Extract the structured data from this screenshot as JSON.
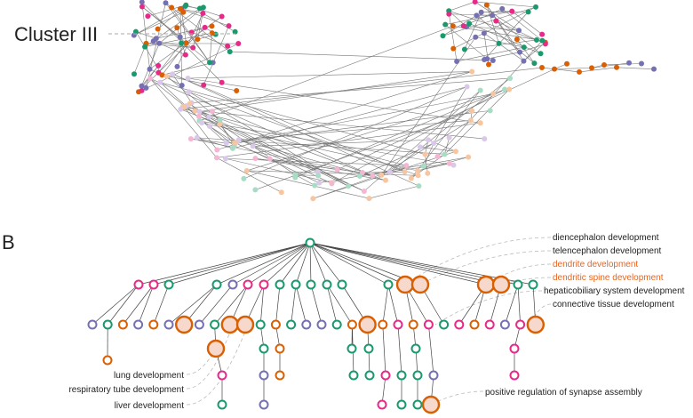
{
  "panel_a": {
    "cluster_label": "Cluster III"
  },
  "panel_b": {
    "panel_letter": "B",
    "right_labels": [
      {
        "text": "diencephalon development",
        "highlight": false
      },
      {
        "text": "telencephalon development",
        "highlight": false
      },
      {
        "text": "dendrite development",
        "highlight": true
      },
      {
        "text": "dendritic spine development",
        "highlight": true
      },
      {
        "text": "hepaticobiliary system development",
        "highlight": false
      },
      {
        "text": "connective tissue development",
        "highlight": false
      },
      {
        "text": "positive regulation of synapse assembly",
        "highlight": false
      }
    ],
    "left_labels": [
      {
        "text": "lung development"
      },
      {
        "text": "respiratory tube development"
      },
      {
        "text": "liver development"
      }
    ]
  },
  "colors": {
    "green": "#1a9a6c",
    "pink": "#e7298a",
    "purple": "#7570b3",
    "orange": "#d95f02",
    "highlight_text": "#e8641c"
  }
}
